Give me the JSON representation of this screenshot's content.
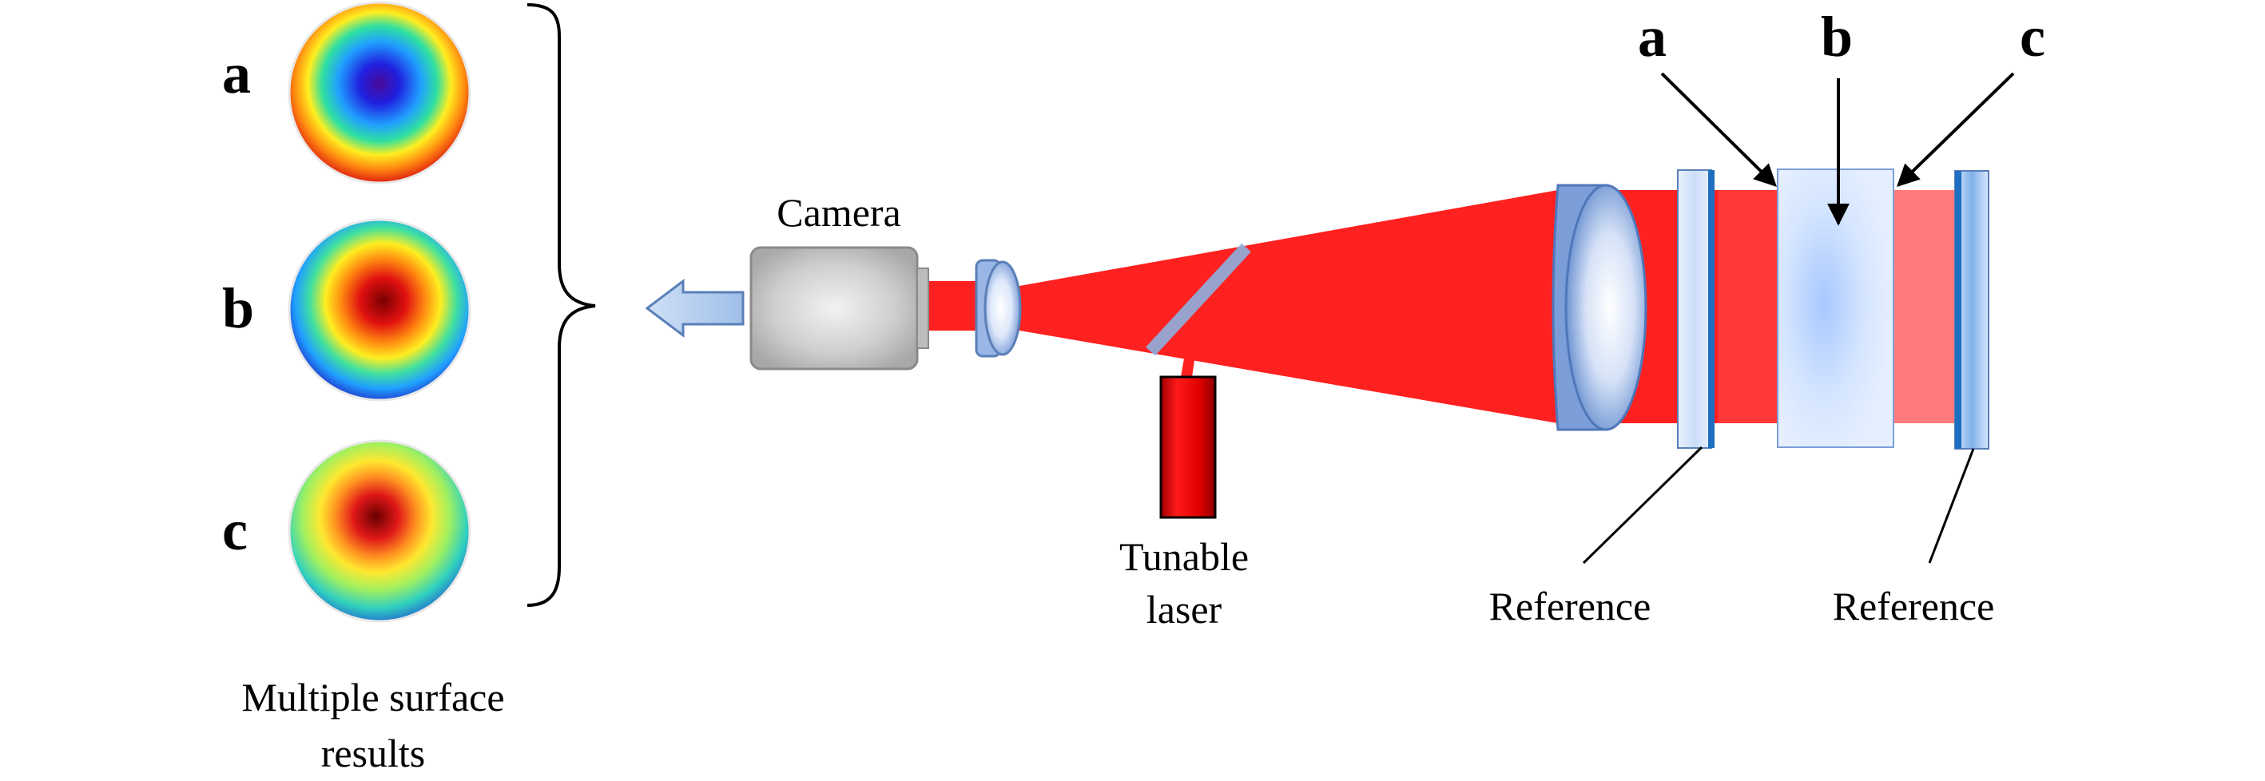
{
  "surface_maps": {
    "labels": [
      "a",
      "b",
      "c"
    ],
    "caption_line1": "Multiple surface",
    "caption_line2": "results"
  },
  "camera": {
    "label": "Camera"
  },
  "laser": {
    "label_line1": "Tunable",
    "label_line2": "laser"
  },
  "cavity": {
    "labels": [
      "a",
      "b",
      "c"
    ],
    "reference_left": "Reference",
    "reference_right": "Reference"
  },
  "colors": {
    "beam": "#ff2020",
    "laser_body": "#e00000",
    "optic_blue": "#8fb0e0",
    "plate_edge": "#1f6fc0",
    "camera_body": "#c0c0c0"
  },
  "icons": [
    "brace",
    "left-arrow",
    "camera-body",
    "lens",
    "beam-splitter",
    "laser-source",
    "collimating-lens",
    "reference-plate",
    "sample-block"
  ]
}
